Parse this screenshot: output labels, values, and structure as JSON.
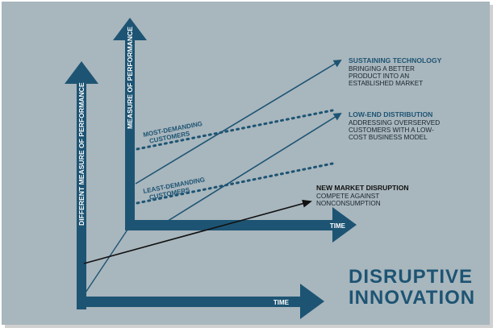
{
  "colors": {
    "background": "#a8b6bd",
    "accent": "#1d5473",
    "dark": "#111111",
    "white": "#ffffff"
  },
  "axes": {
    "outer_y_label": "DIFFERENT MEASURE OF PERFORMANCE",
    "outer_x_label": "TIME",
    "inner_y_label": "MEASURE OF PERFORMANCE",
    "inner_x_label": "TIME"
  },
  "bands": {
    "most_demanding_line1": "MOST-DEMANDING",
    "most_demanding_line2": "CUSTOMERS",
    "least_demanding_line1": "LEAST-DEMANDING",
    "least_demanding_line2": "CUSTOMERS"
  },
  "annotations": {
    "sustaining": {
      "title": "SUSTAINING TECHNOLOGY",
      "line1": "BRINGING A BETTER",
      "line2": "PRODUCT INTO AN",
      "line3": "ESTABLISHED MARKET"
    },
    "low_end": {
      "title": "LOW-END DISTRIBUTION",
      "line1": "ADDRESSING OVERSERVED",
      "line2": "CUSTOMERS WITH A LOW-",
      "line3": "COST BUSINESS MODEL"
    },
    "new_market": {
      "title": "NEW MARKET DISRUPTION",
      "line1": "COMPETE AGAINST",
      "line2": "NONCONSUMPTION"
    }
  },
  "title": {
    "line1": "DISRUPTIVE",
    "line2": "INNOVATION"
  }
}
